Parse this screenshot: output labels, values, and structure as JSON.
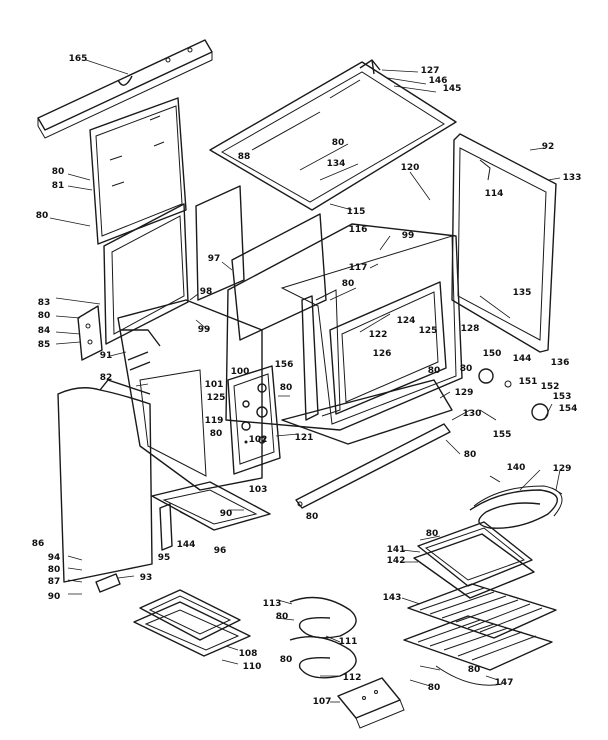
{
  "callouts": [
    {
      "id": "c165",
      "label": "165"
    },
    {
      "id": "c127",
      "label": "127"
    },
    {
      "id": "c146",
      "label": "146"
    },
    {
      "id": "c145",
      "label": "145"
    },
    {
      "id": "c92a",
      "label": "92"
    },
    {
      "id": "c133",
      "label": "133"
    },
    {
      "id": "c80a",
      "label": "80"
    },
    {
      "id": "c81",
      "label": "81"
    },
    {
      "id": "c80b",
      "label": "80"
    },
    {
      "id": "c88",
      "label": "88"
    },
    {
      "id": "c80c",
      "label": "80"
    },
    {
      "id": "c134",
      "label": "134"
    },
    {
      "id": "c114",
      "label": "114"
    },
    {
      "id": "c120",
      "label": "120"
    },
    {
      "id": "c115",
      "label": "115"
    },
    {
      "id": "c116",
      "label": "116"
    },
    {
      "id": "c99a",
      "label": "99"
    },
    {
      "id": "c97",
      "label": "97"
    },
    {
      "id": "c117",
      "label": "117"
    },
    {
      "id": "c80d",
      "label": "80"
    },
    {
      "id": "c135",
      "label": "135"
    },
    {
      "id": "c98",
      "label": "98"
    },
    {
      "id": "c83",
      "label": "83"
    },
    {
      "id": "c80e",
      "label": "80"
    },
    {
      "id": "c84",
      "label": "84"
    },
    {
      "id": "c85",
      "label": "85"
    },
    {
      "id": "c99b",
      "label": "99"
    },
    {
      "id": "c122",
      "label": "122"
    },
    {
      "id": "c124",
      "label": "124"
    },
    {
      "id": "c125a",
      "label": "125"
    },
    {
      "id": "c128",
      "label": "128"
    },
    {
      "id": "c91",
      "label": "91"
    },
    {
      "id": "c126",
      "label": "126"
    },
    {
      "id": "c150",
      "label": "150"
    },
    {
      "id": "c144a",
      "label": "144"
    },
    {
      "id": "c136",
      "label": "136"
    },
    {
      "id": "c82",
      "label": "82"
    },
    {
      "id": "c100",
      "label": "100"
    },
    {
      "id": "c156",
      "label": "156"
    },
    {
      "id": "c80f",
      "label": "80"
    },
    {
      "id": "c80g",
      "label": "80"
    },
    {
      "id": "c151",
      "label": "151"
    },
    {
      "id": "c152",
      "label": "152"
    },
    {
      "id": "c101",
      "label": "101"
    },
    {
      "id": "c80h",
      "label": "80"
    },
    {
      "id": "c125b",
      "label": "125"
    },
    {
      "id": "c129a",
      "label": "129"
    },
    {
      "id": "c153",
      "label": "153"
    },
    {
      "id": "c154",
      "label": "154"
    },
    {
      "id": "c119",
      "label": "119"
    },
    {
      "id": "c130",
      "label": "130"
    },
    {
      "id": "c80i",
      "label": "80"
    },
    {
      "id": "c102",
      "label": "102"
    },
    {
      "id": "c121",
      "label": "121"
    },
    {
      "id": "c155",
      "label": "155"
    },
    {
      "id": "c80j",
      "label": "80"
    },
    {
      "id": "c103",
      "label": "103"
    },
    {
      "id": "c140",
      "label": "140"
    },
    {
      "id": "c129b",
      "label": "129"
    },
    {
      "id": "c90a",
      "label": "90"
    },
    {
      "id": "c80k",
      "label": "80"
    },
    {
      "id": "c144b",
      "label": "144"
    },
    {
      "id": "c86",
      "label": "86"
    },
    {
      "id": "c95",
      "label": "95"
    },
    {
      "id": "c96",
      "label": "96"
    },
    {
      "id": "c80l",
      "label": "80"
    },
    {
      "id": "c141",
      "label": "141"
    },
    {
      "id": "c142",
      "label": "142"
    },
    {
      "id": "c94",
      "label": "94"
    },
    {
      "id": "c80m",
      "label": "80"
    },
    {
      "id": "c87",
      "label": "87"
    },
    {
      "id": "c93",
      "label": "93"
    },
    {
      "id": "c90b",
      "label": "90"
    },
    {
      "id": "c143",
      "label": "143"
    },
    {
      "id": "c113",
      "label": "113"
    },
    {
      "id": "c80n",
      "label": "80"
    },
    {
      "id": "c111",
      "label": "111"
    },
    {
      "id": "c108",
      "label": "108"
    },
    {
      "id": "c80o",
      "label": "80"
    },
    {
      "id": "c110",
      "label": "110"
    },
    {
      "id": "c80p",
      "label": "80"
    },
    {
      "id": "c147",
      "label": "147"
    },
    {
      "id": "c112",
      "label": "112"
    },
    {
      "id": "c80q",
      "label": "80"
    },
    {
      "id": "c107",
      "label": "107"
    }
  ]
}
